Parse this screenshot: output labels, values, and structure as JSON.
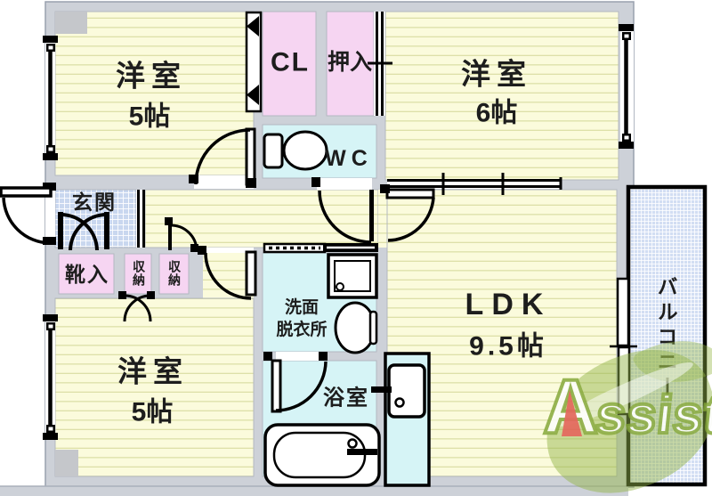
{
  "floorplan": {
    "rooms": [
      {
        "id": "bedroom-top-left",
        "name": "洋室",
        "size": "5帖"
      },
      {
        "id": "closet-cl",
        "label": "CL"
      },
      {
        "id": "closet-oshiire",
        "label": "押入"
      },
      {
        "id": "bedroom-top-right",
        "name": "洋室",
        "size": "6帖"
      },
      {
        "id": "wc",
        "label": "WC"
      },
      {
        "id": "entrance",
        "label": "玄関"
      },
      {
        "id": "shoe-storage",
        "label": "靴入"
      },
      {
        "id": "storage-a",
        "label": "収納"
      },
      {
        "id": "storage-b",
        "label": "収納"
      },
      {
        "id": "bedroom-bottom-left",
        "name": "洋室",
        "size": "5帖"
      },
      {
        "id": "washroom",
        "line1": "洗面",
        "line2": "脱衣所"
      },
      {
        "id": "bathroom",
        "label": "浴室"
      },
      {
        "id": "ldk",
        "name": "LDK",
        "size": "9.5帖"
      },
      {
        "id": "balcony",
        "label": "バルコニー"
      }
    ],
    "watermark": {
      "initial": "A",
      "rest": "ssist"
    },
    "colors": {
      "wall": "#cdd1d8",
      "room_yellow": "#fbfbdc",
      "stripe": "#dde0a8",
      "closet_pink": "#f6d5f2",
      "wet_cyan": "#d6f4f6",
      "tile_blue": "#cfdcf2",
      "line_black": "#000000",
      "logo_green": "#8aad3f",
      "logo_red": "#e25f55"
    }
  }
}
